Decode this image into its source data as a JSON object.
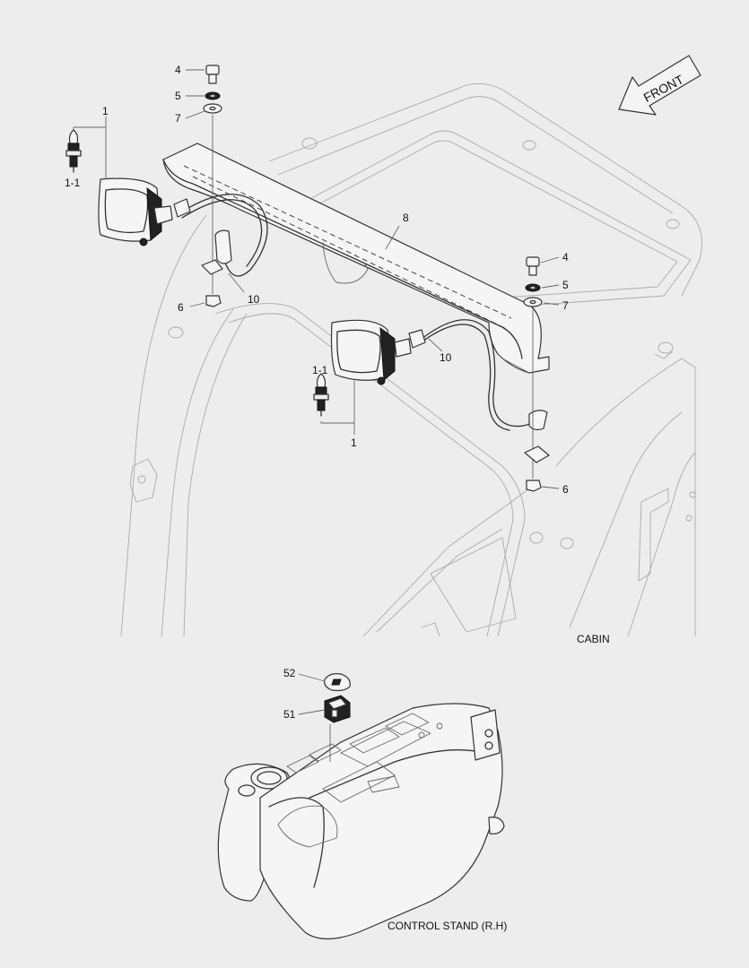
{
  "front_arrow": {
    "text": "FRONT"
  },
  "section_labels": {
    "cabin": "CABIN",
    "control_stand": "CONTROL STAND (R.H)"
  },
  "callouts": [
    {
      "id": "lbl-4a",
      "text": "4"
    },
    {
      "id": "lbl-5a",
      "text": "5"
    },
    {
      "id": "lbl-7a",
      "text": "7"
    },
    {
      "id": "lbl-1a",
      "text": "1"
    },
    {
      "id": "lbl-1-1a",
      "text": "1-1"
    },
    {
      "id": "lbl-8",
      "text": "8"
    },
    {
      "id": "lbl-10a",
      "text": "10"
    },
    {
      "id": "lbl-6a",
      "text": "6"
    },
    {
      "id": "lbl-4b",
      "text": "4"
    },
    {
      "id": "lbl-5b",
      "text": "5"
    },
    {
      "id": "lbl-7b",
      "text": "7"
    },
    {
      "id": "lbl-10b",
      "text": "10"
    },
    {
      "id": "lbl-1-1b",
      "text": "1-1"
    },
    {
      "id": "lbl-1b",
      "text": "1"
    },
    {
      "id": "lbl-6b",
      "text": "6"
    },
    {
      "id": "lbl-52",
      "text": "52"
    },
    {
      "id": "lbl-51",
      "text": "51"
    }
  ]
}
